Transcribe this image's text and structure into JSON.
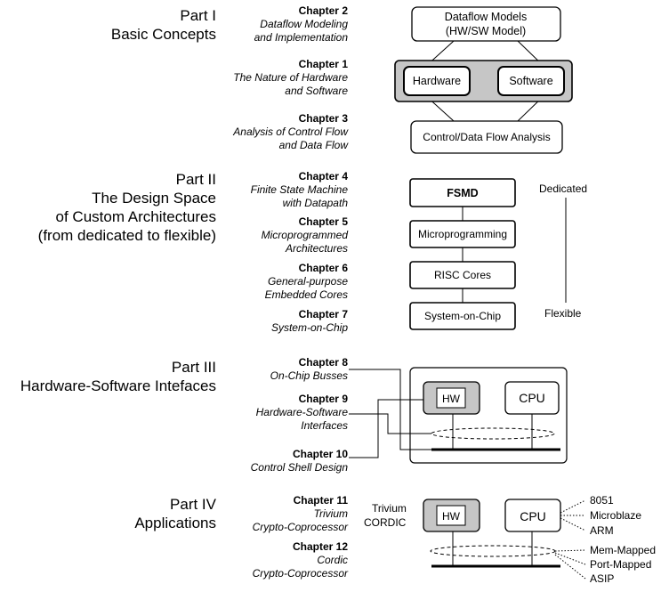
{
  "parts": [
    {
      "label": "Part I",
      "title": "Basic Concepts"
    },
    {
      "label": "Part II",
      "title": "The Design Space",
      "title2": "of Custom Architectures",
      "title3": "(from dedicated to flexible)"
    },
    {
      "label": "Part III",
      "title": "Hardware-Software Intefaces"
    },
    {
      "label": "Part IV",
      "title": "Applications"
    }
  ],
  "chapters": [
    {
      "num": "Chapter 2",
      "l1": "Dataflow Modeling",
      "l2": "and Implementation"
    },
    {
      "num": "Chapter 1",
      "l1": "The Nature of Hardware",
      "l2": "and Software"
    },
    {
      "num": "Chapter 3",
      "l1": "Analysis of Control Flow",
      "l2": "and Data Flow"
    },
    {
      "num": "Chapter 4",
      "l1": "Finite State Machine",
      "l2": "with Datapath"
    },
    {
      "num": "Chapter 5",
      "l1": "Microprogrammed",
      "l2": "Architectures"
    },
    {
      "num": "Chapter 6",
      "l1": "General-purpose",
      "l2": "Embedded Cores"
    },
    {
      "num": "Chapter 7",
      "l1": "System-on-Chip"
    },
    {
      "num": "Chapter 8",
      "l1": "On-Chip Busses"
    },
    {
      "num": "Chapter 9",
      "l1": "Hardware-Software",
      "l2": "Interfaces"
    },
    {
      "num": "Chapter 10",
      "l1": "Control Shell Design"
    },
    {
      "num": "Chapter 11",
      "l1": "Trivium",
      "l2": "Crypto-Coprocessor"
    },
    {
      "num": "Chapter 12",
      "l1": "Cordic",
      "l2": "Crypto-Coprocessor"
    }
  ],
  "diagram": {
    "dataflow_line1": "Dataflow Models",
    "dataflow_line2": "(HW/SW Model)",
    "hardware": "Hardware",
    "software": "Software",
    "cfdf": "Control/Data Flow Analysis",
    "fsmd": "FSMD",
    "micro": "Microprogramming",
    "risc": "RISC Cores",
    "soc": "System-on-Chip",
    "dedicated": "Dedicated",
    "flexible": "Flexible",
    "hw": "HW",
    "cpu": "CPU",
    "trivium": "Trivium",
    "cordic": "CORDIC",
    "cpu_list": [
      "8051",
      "Microblaze",
      "ARM"
    ],
    "iface_list": [
      "Mem-Mapped",
      "Port-Mapped",
      "ASIP"
    ]
  }
}
